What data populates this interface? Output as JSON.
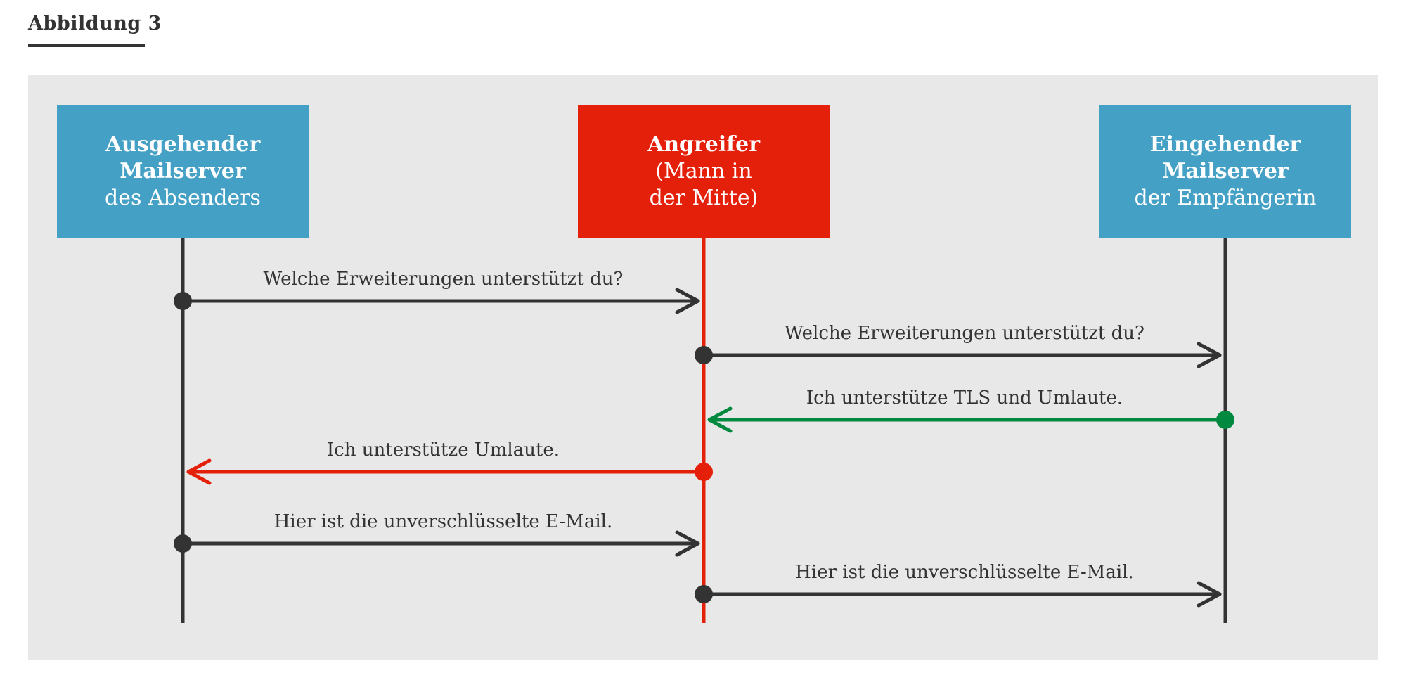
{
  "figure_label": "Abbildung 3",
  "colors": {
    "panel": "#e8e8e8",
    "server": "#45a0c6",
    "attacker": "#e4200a",
    "line_dark": "#333333",
    "green": "#00893f",
    "red": "#e4200a"
  },
  "actors": [
    {
      "id": "sender",
      "bold1": "Ausgehender",
      "bold2": "Mailserver",
      "sub1": "des Absenders",
      "sub2": ""
    },
    {
      "id": "attacker",
      "bold1": "Angreifer",
      "bold2": "",
      "sub1": "(Mann in",
      "sub2": "der Mitte)"
    },
    {
      "id": "receiver",
      "bold1": "Eingehender",
      "bold2": "Mailserver",
      "sub1": "der Empfängerin",
      "sub2": ""
    }
  ],
  "messages": [
    {
      "text": "Welche Erweiterungen unterstützt du?",
      "from": "sender",
      "to": "attacker",
      "color": "dark"
    },
    {
      "text": "Welche Erweiterungen unterstützt du?",
      "from": "attacker",
      "to": "receiver",
      "color": "dark"
    },
    {
      "text": "Ich unterstütze TLS und Umlaute.",
      "from": "receiver",
      "to": "attacker",
      "color": "green"
    },
    {
      "text": "Ich unterstütze Umlaute.",
      "from": "attacker",
      "to": "sender",
      "color": "red"
    },
    {
      "text": "Hier ist die unverschlüsselte E-Mail.",
      "from": "sender",
      "to": "attacker",
      "color": "dark"
    },
    {
      "text": "Hier ist die unverschlüsselte E-Mail.",
      "from": "attacker",
      "to": "receiver",
      "color": "dark"
    }
  ]
}
